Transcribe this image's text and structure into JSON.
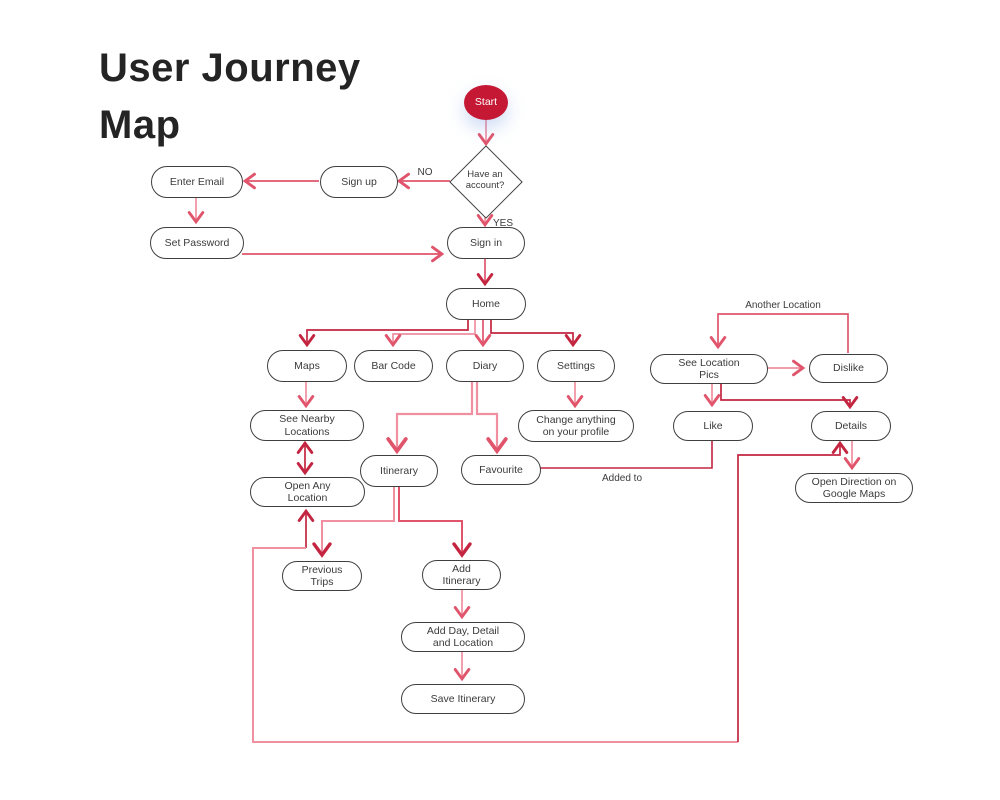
{
  "title": "User Journey\nMap",
  "colors": {
    "start_fill": "#c41834",
    "arrow_crimson": "#c32540",
    "arrow_mid": "#e0556c",
    "arrow_pink": "#ef8fa0",
    "node_border": "#3f3f3f",
    "text": "#3b3b3b"
  },
  "nodes": {
    "start": "Start",
    "have_account": "Have an\naccount?",
    "sign_up": "Sign up",
    "enter_email": "Enter Email",
    "set_password": "Set Password",
    "sign_in": "Sign in",
    "home": "Home",
    "maps": "Maps",
    "bar_code": "Bar Code",
    "diary": "Diary",
    "settings": "Settings",
    "see_nearby": "See Nearby\nLocations",
    "change_profile": "Change anything\non your profile",
    "open_any": "Open Any\nLocation",
    "itinerary": "Itinerary",
    "favourite": "Favourite",
    "see_location_pics": "See Location\nPics",
    "dislike": "Dislike",
    "like": "Like",
    "details": "Details",
    "open_direction": "Open Direction on\nGoogle Maps",
    "previous_trips": "Previous\nTrips",
    "add_itinerary": "Add\nItinerary",
    "add_day": "Add Day, Detail\nand Location",
    "save_itinerary": "Save Itinerary"
  },
  "edge_labels": {
    "no": "NO",
    "yes": "YES",
    "another_location": "Another Location",
    "added_to": "Added to"
  }
}
